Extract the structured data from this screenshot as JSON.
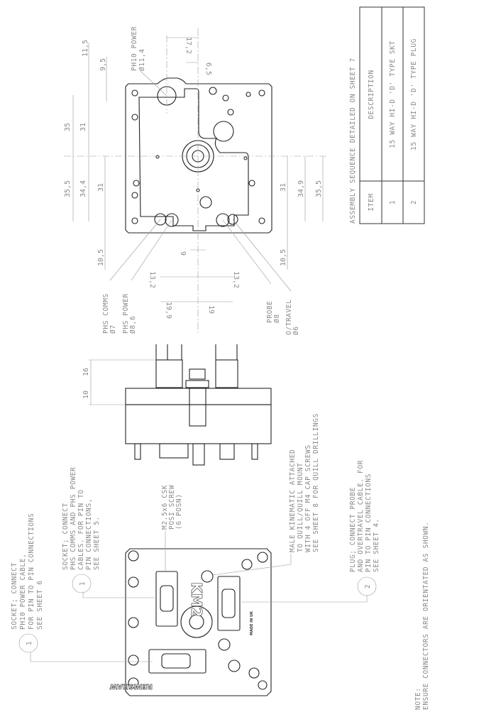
{
  "table": {
    "title": "ASSEMBLY SEQUENCE DETAILED ON SHEET 7",
    "headers": {
      "item": "ITEM",
      "description": "DESCRIPTION"
    },
    "rows": [
      {
        "item": "1",
        "description": "15 WAY HI-D 'D' TYPE SKT"
      },
      {
        "item": "2",
        "description": "15 WAY HI-D 'D' TYPE PLUG"
      }
    ]
  },
  "top_view": {
    "labels": {
      "ph10_power": "PH10 POWER",
      "ph10_dia": "Ø11,4",
      "phs_comms": "PHS COMMS",
      "phs_comms_dia": "Ø7",
      "phs_power": "PHS POWER",
      "phs_power_dia": "Ø8,6",
      "probe": "PROBE",
      "probe_dia": "Ø8",
      "otravel": "O/TRAVEL",
      "otravel_dia": "Ø6"
    },
    "dims": {
      "d11_5": "11,5",
      "d9_5": "9,5",
      "d35": "35",
      "d31a": "31",
      "d35_5a": "35,5",
      "d34_4": "34,4",
      "d31b": "31",
      "d10_5a": "10,5",
      "d31c": "31",
      "d34_9": "34,9",
      "d35_5b": "35,5",
      "d10_5b": "10,5",
      "d17_2": "17,2",
      "d6_5": "6,5",
      "d6": "6",
      "d13_2a": "13,2",
      "d13_2b": "13,2",
      "d19_9": "19,9",
      "d19": "19"
    }
  },
  "side_view": {
    "dims": {
      "d16": "16",
      "d10": "10"
    }
  },
  "front_view": {
    "logo_model": "KM2",
    "logo_brand": "RENISHAW",
    "made_in": "MADE IN UK"
  },
  "notes": {
    "socket_ph10": [
      "SOCKET; CONNECT",
      "PH10 POWER CABLE,",
      "FOR PIN TO PIN CONNECTIONS",
      "SEE SHEET 6"
    ],
    "socket_phs": [
      "SOCKET; CONNECT",
      "PHS COMMS AND PHS POWER",
      "CABLES. FOR PIN TO",
      "PIN CONNECTIONS,",
      "SEE SHEET 5."
    ],
    "screw": [
      "M2.5x6 CSK",
      "POSI SCREW",
      "(6 POSN)"
    ],
    "kinematic": [
      "MALE KINEMATIC ATTACHED",
      "TO QUILL/QUILL MOUNT",
      "WITH 4 OFF M4 CAP SCREWS",
      "SEE SHEET 8 FOR QUILL DRILLINGS"
    ],
    "plug": [
      "PLUG; CONNECT PROBE",
      "AND OVERTRAVEL CABLE. FOR",
      "PIN TO PIN CONNECTIONS",
      "SEE SHEET 4."
    ],
    "note_label": "NOTE:",
    "note_text": "ENSURE CONNECTORS ARE ORIENTATED AS SHOWN."
  },
  "balloons": {
    "b1a": "1",
    "b1b": "1",
    "b2": "2"
  }
}
